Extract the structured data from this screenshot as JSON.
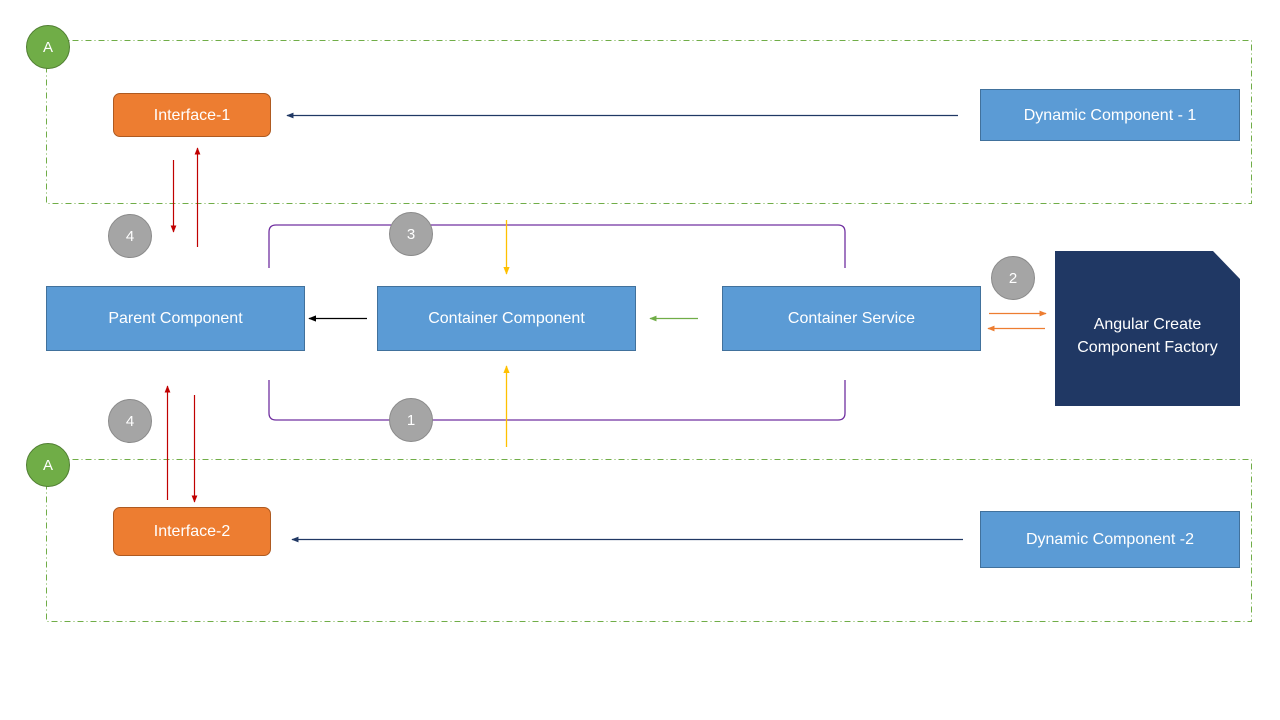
{
  "groups": [
    {
      "badge": "A"
    },
    {
      "badge": "A"
    }
  ],
  "nodes": {
    "interface1": "Interface-1",
    "interface2": "Interface-2",
    "dynamic1": "Dynamic Component - 1",
    "dynamic2": "Dynamic Component -2",
    "parent": "Parent Component",
    "container_component": "Container Component",
    "container_service": "Container Service",
    "factory": "Angular Create Component Factory"
  },
  "steps": {
    "step1": "1",
    "step2": "2",
    "step3": "3",
    "step4_top": "4",
    "step4_bottom": "4"
  },
  "colors": {
    "box_blue": "#5b9bd5",
    "box_orange": "#ed7d31",
    "factory_navy": "#203864",
    "badge_gray": "#a5a5a5",
    "badge_green": "#70ad47",
    "arrow_navy": "#203864",
    "arrow_red": "#c00000",
    "arrow_yellow": "#ffc000",
    "arrow_green": "#70ad47",
    "arrow_orange": "#ed7d31",
    "bracket_purple": "#7030a0",
    "group_border": "#70ad47"
  }
}
